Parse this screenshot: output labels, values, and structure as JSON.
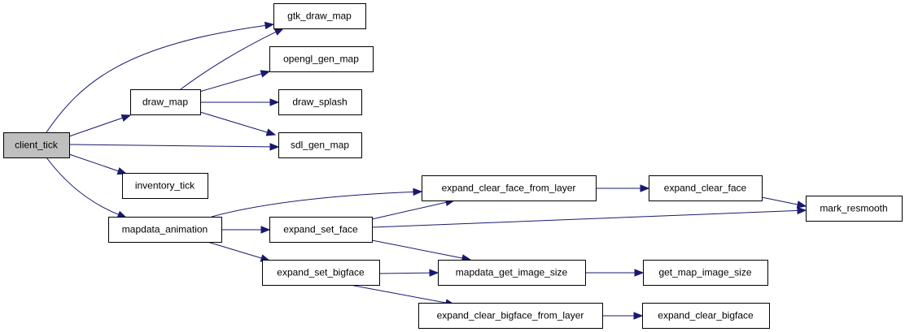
{
  "graph": {
    "root": "client_tick",
    "colors": {
      "edge": "#191970",
      "root_fill": "#bfbfbf",
      "node_fill": "#ffffff",
      "node_border": "#000000"
    },
    "nodes": [
      {
        "id": "client_tick",
        "label": "client_tick"
      },
      {
        "id": "gtk_draw_map",
        "label": "gtk_draw_map"
      },
      {
        "id": "draw_map",
        "label": "draw_map"
      },
      {
        "id": "opengl_gen_map",
        "label": "opengl_gen_map"
      },
      {
        "id": "draw_splash",
        "label": "draw_splash"
      },
      {
        "id": "sdl_gen_map",
        "label": "sdl_gen_map"
      },
      {
        "id": "inventory_tick",
        "label": "inventory_tick"
      },
      {
        "id": "mapdata_animation",
        "label": "mapdata_animation"
      },
      {
        "id": "expand_clear_face_from_layer",
        "label": "expand_clear_face_from_layer"
      },
      {
        "id": "expand_clear_face",
        "label": "expand_clear_face"
      },
      {
        "id": "mark_resmooth",
        "label": "mark_resmooth"
      },
      {
        "id": "expand_set_face",
        "label": "expand_set_face"
      },
      {
        "id": "expand_set_bigface",
        "label": "expand_set_bigface"
      },
      {
        "id": "mapdata_get_image_size",
        "label": "mapdata_get_image_size"
      },
      {
        "id": "get_map_image_size",
        "label": "get_map_image_size"
      },
      {
        "id": "expand_clear_bigface_from_layer",
        "label": "expand_clear_bigface_from_layer"
      },
      {
        "id": "expand_clear_bigface",
        "label": "expand_clear_bigface"
      }
    ],
    "edges": [
      {
        "from": "client_tick",
        "to": "gtk_draw_map"
      },
      {
        "from": "client_tick",
        "to": "draw_map"
      },
      {
        "from": "client_tick",
        "to": "sdl_gen_map"
      },
      {
        "from": "client_tick",
        "to": "inventory_tick"
      },
      {
        "from": "client_tick",
        "to": "mapdata_animation"
      },
      {
        "from": "draw_map",
        "to": "gtk_draw_map"
      },
      {
        "from": "draw_map",
        "to": "opengl_gen_map"
      },
      {
        "from": "draw_map",
        "to": "draw_splash"
      },
      {
        "from": "draw_map",
        "to": "sdl_gen_map"
      },
      {
        "from": "mapdata_animation",
        "to": "expand_clear_face_from_layer"
      },
      {
        "from": "mapdata_animation",
        "to": "expand_set_face"
      },
      {
        "from": "mapdata_animation",
        "to": "expand_set_bigface"
      },
      {
        "from": "expand_clear_face_from_layer",
        "to": "expand_clear_face"
      },
      {
        "from": "expand_clear_face",
        "to": "mark_resmooth"
      },
      {
        "from": "expand_set_face",
        "to": "expand_clear_face_from_layer"
      },
      {
        "from": "expand_set_face",
        "to": "mark_resmooth"
      },
      {
        "from": "expand_set_face",
        "to": "mapdata_get_image_size"
      },
      {
        "from": "expand_set_bigface",
        "to": "mapdata_get_image_size"
      },
      {
        "from": "expand_set_bigface",
        "to": "expand_clear_bigface_from_layer"
      },
      {
        "from": "mapdata_get_image_size",
        "to": "get_map_image_size"
      },
      {
        "from": "expand_clear_bigface_from_layer",
        "to": "expand_clear_bigface"
      }
    ]
  }
}
